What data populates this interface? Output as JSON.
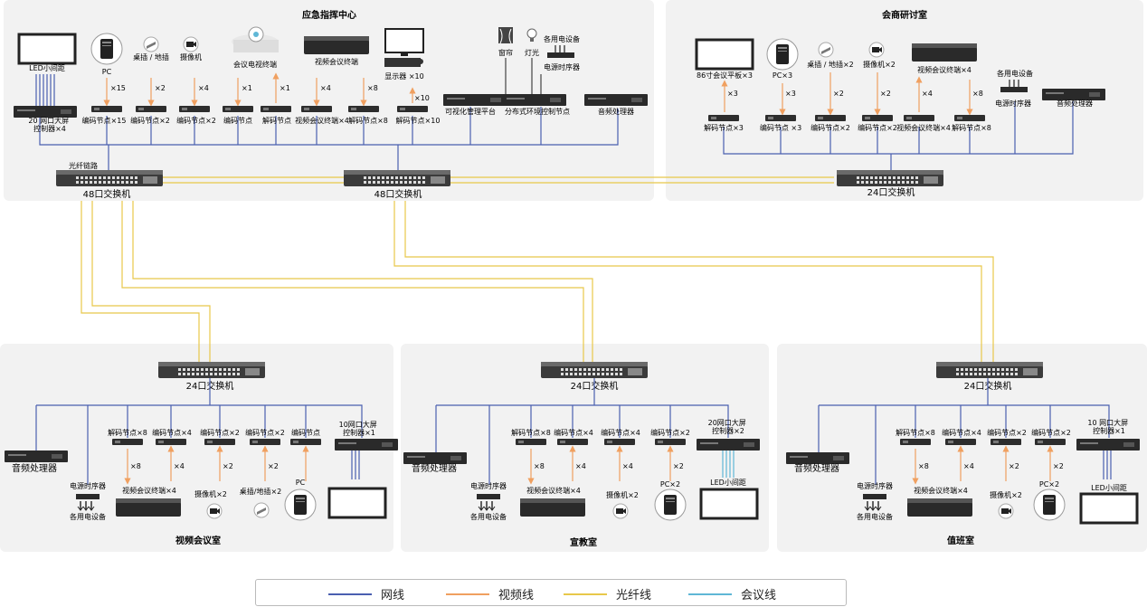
{
  "colors": {
    "network": "#4a5fb0",
    "video": "#f0a060",
    "fiber": "#e8c84a",
    "meeting": "#5fb7d6",
    "room_bg": "#f2f2f2"
  },
  "rooms": {
    "command": "应急指挥中心",
    "seminar": "会商研讨室",
    "video_room": "视频会议室",
    "teaching": "宣教室",
    "duty": "值班室"
  },
  "command": {
    "led": "LED小间距",
    "pc": "PC",
    "socket": "桌插 / 地插",
    "camera": "摄像机",
    "conf_tv": "会议电视终端",
    "vc_terminal": "视频会议终端",
    "display": "显示器 ×10",
    "curtain": "窗帘",
    "light": "灯光",
    "backup": "各用电设备",
    "power_seq": "电源时序器",
    "n15": "×15",
    "n2": "×2",
    "n4": "×4",
    "n1a": "×1",
    "n1b": "×1",
    "n4b": "×4",
    "n8": "×8",
    "n10": "×10",
    "ctrl": "20 网口大屏\n控制器×4",
    "enc15": "编码节点×15",
    "enc2": "编码节点×2",
    "enc2b": "编码节点×2",
    "enc": "编码节点",
    "dec": "解码节点",
    "vct4": "视频会议终端×4",
    "dec8": "解码节点×8",
    "dec10": "解码节点×10",
    "visual": "可视化管理平台",
    "env": "分布式环境控制节点",
    "audio": "音频处理器",
    "fiber_label": "光纤链路",
    "sw1": "48口交换机",
    "sw2": "48口交换机"
  },
  "seminar": {
    "tablet": "86寸会议平板×3",
    "pc": "PC×3",
    "socket": "桌插 / 地插×2",
    "camera": "摄像机×2",
    "vct": "视频会议终端×4",
    "backup": "各用电设备",
    "power_seq": "电源时序器",
    "audio": "音频处理器",
    "n3a": "×3",
    "n3b": "×3",
    "n2a": "×2",
    "n2b": "×2",
    "n4": "×4",
    "n8": "×8",
    "dec3": "解码节点×3",
    "enc3": "编码节点 ×3",
    "enc2a": "编码节点×2",
    "enc2b": "编码节点×2",
    "vct4": "视频会议终端×4",
    "dec8": "解码节点×8",
    "sw": "24口交换机"
  },
  "video_room": {
    "sw": "24口交换机",
    "audio": "音频处理器",
    "dec8": "解码节点×8",
    "enc4": "编码节点×4",
    "enc2a": "编码节点×2",
    "enc2b": "编码节点×2",
    "enc": "编码节点",
    "ctrl": "10网口大屏\n控制器×1",
    "power_seq": "电源时序器",
    "backup": "各用电设备",
    "vct": "视频会议终端×4",
    "camera": "摄像机×2",
    "socket": "桌插/地插×2",
    "pc": "PC",
    "n8": "×8",
    "n4": "×4",
    "n2a": "×2",
    "n2b": "×2"
  },
  "teaching": {
    "sw": "24口交换机",
    "audio": "音频处理器",
    "dec8": "解码节点×8",
    "enc4a": "编码节点×4",
    "enc4b": "编码节点×4",
    "enc2": "编码节点×2",
    "ctrl": "20网口大屏\n控制器×2",
    "power_seq": "电源时序器",
    "backup": "各用电设备",
    "vct": "视频会议终端×4",
    "camera": "摄像机×2",
    "pc": "PC×2",
    "led": "LED小间距",
    "n8": "×8",
    "n4a": "×4",
    "n4b": "×4",
    "n2": "×2"
  },
  "duty": {
    "sw": "24口交换机",
    "audio": "音频处理器",
    "dec8": "解码节点×8",
    "enc4": "编码节点×4",
    "enc2a": "编码节点×2",
    "enc2b": "编码节点×2",
    "ctrl": "10 网口大屏\n控制器×1",
    "power_seq": "电源时序器",
    "backup": "各用电设备",
    "vct": "视频会议终端×4",
    "camera": "摄像机×2",
    "pc": "PC×2",
    "led": "LED小间距",
    "n8": "×8",
    "n4": "×4",
    "n2a": "×2",
    "n2b": "×2"
  },
  "legend": {
    "network": "网线",
    "video": "视频线",
    "fiber": "光纤线",
    "meeting": "会议线"
  }
}
